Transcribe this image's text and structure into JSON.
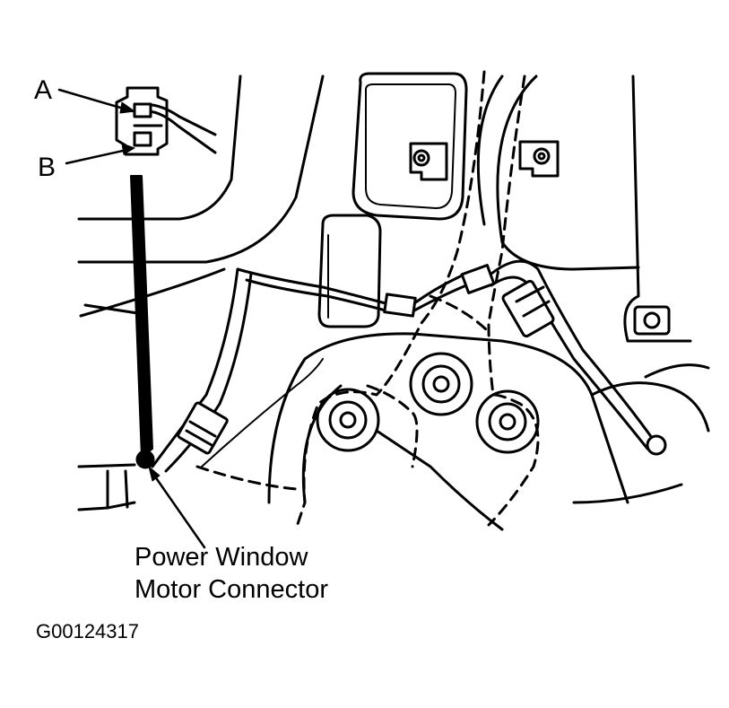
{
  "callouts": {
    "a": "A",
    "b": "B",
    "connector_line1": "Power Window",
    "connector_line2": "Motor Connector"
  },
  "figure_id": "G00124317",
  "colors": {
    "line": "#000000",
    "background": "#ffffff"
  }
}
